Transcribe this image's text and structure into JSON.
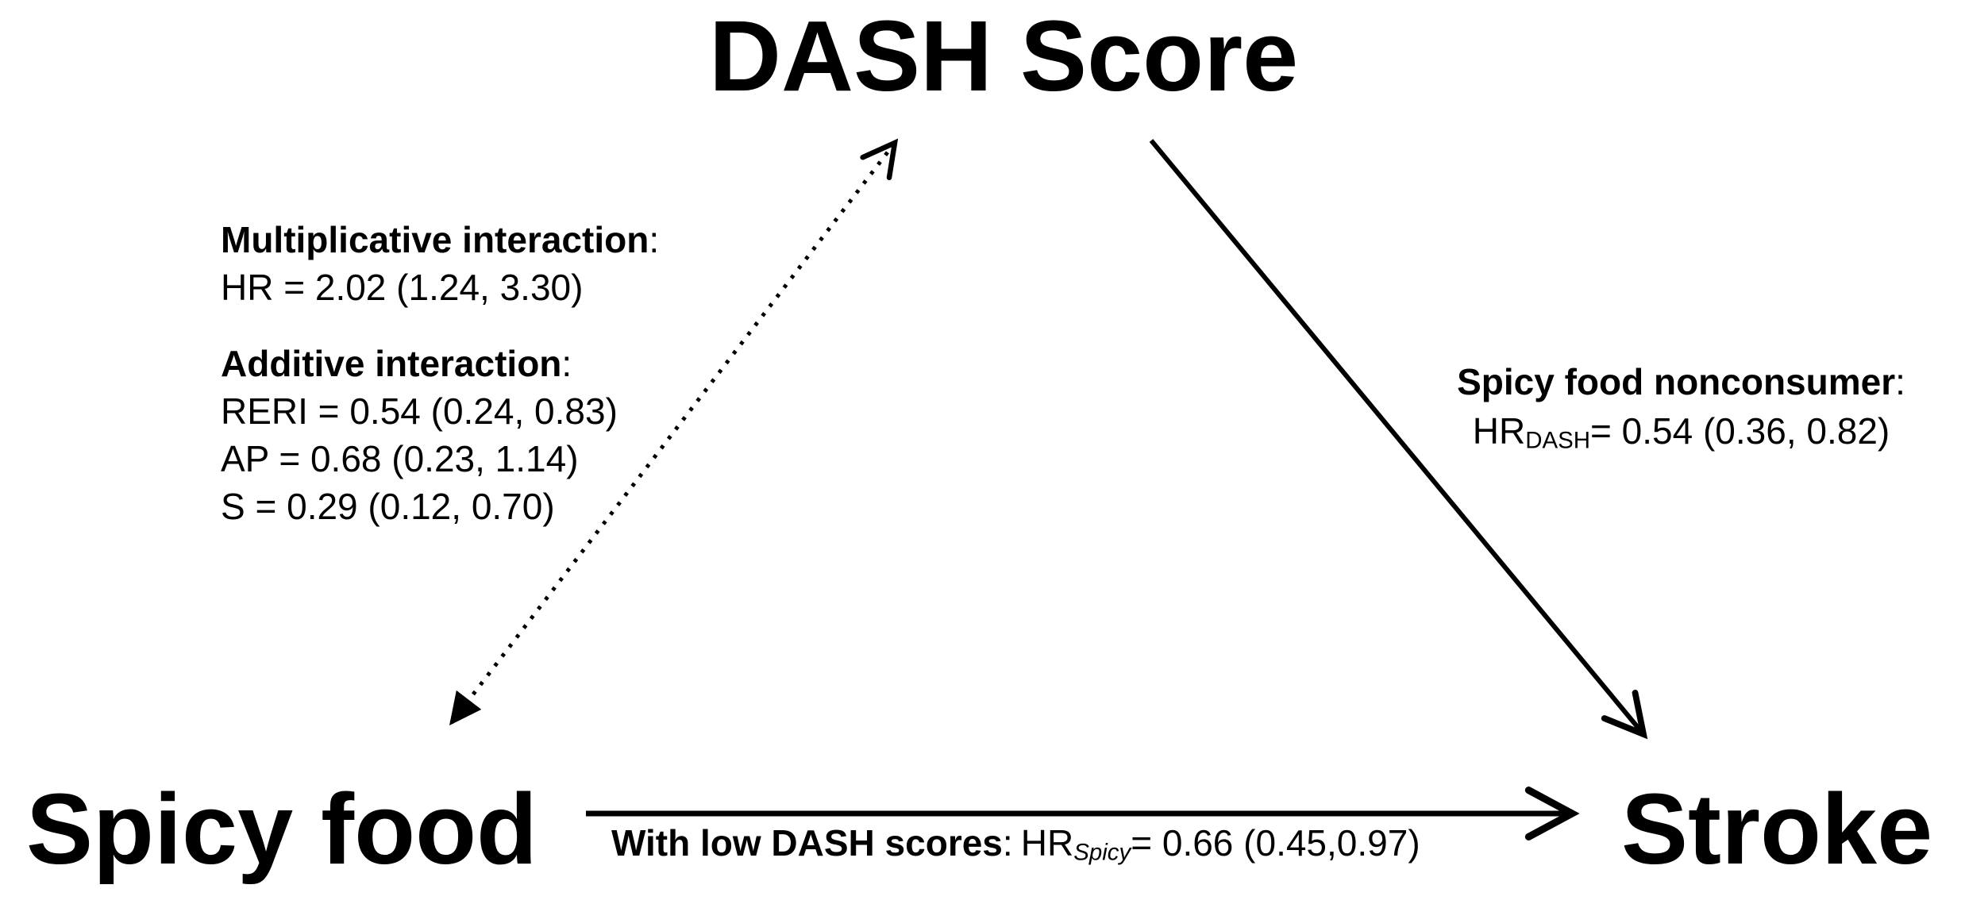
{
  "figure": {
    "background": "#ffffff",
    "ink": "#000000"
  },
  "nodes": {
    "mediator": "DASH Score",
    "exposure": "Spicy food",
    "outcome": "Stroke"
  },
  "interaction_panel": {
    "multiplicative_heading": "Multiplicative interaction",
    "multiplicative_colon": ":",
    "multiplicative_hr": "HR = 2.02 (1.24, 3.30)",
    "additive_heading": "Additive interaction",
    "additive_colon": ":",
    "additive_reri": "RERI = 0.54 (0.24, 0.83)",
    "additive_ap": "AP = 0.68 (0.23, 1.14)",
    "additive_s": "S = 0.29 (0.12, 0.70)"
  },
  "dash_stroke_annotation": {
    "heading": "Spicy food nonconsumer",
    "colon": ":",
    "hr_prefix": "HR",
    "hr_subscript": "DASH",
    "hr_value": "= 0.54 (0.36, 0.82)"
  },
  "spicy_stroke_annotation": {
    "heading": "With low DASH scores",
    "colon": ":",
    "hr_prefix": "HR",
    "hr_subscript": "Spicy",
    "hr_value": "= 0.66 (0.45,0.97)"
  },
  "edges": [
    {
      "name": "spicy-dash-interaction-arrow",
      "from": "Spicy food",
      "to": "DASH Score",
      "style": "dotted",
      "arrowheads": "both"
    },
    {
      "name": "dash-to-stroke-arrow",
      "from": "DASH Score",
      "to": "Stroke",
      "style": "solid",
      "arrowheads": "end"
    },
    {
      "name": "spicy-to-stroke-arrow",
      "from": "Spicy food",
      "to": "Stroke",
      "style": "solid",
      "arrowheads": "end"
    }
  ]
}
